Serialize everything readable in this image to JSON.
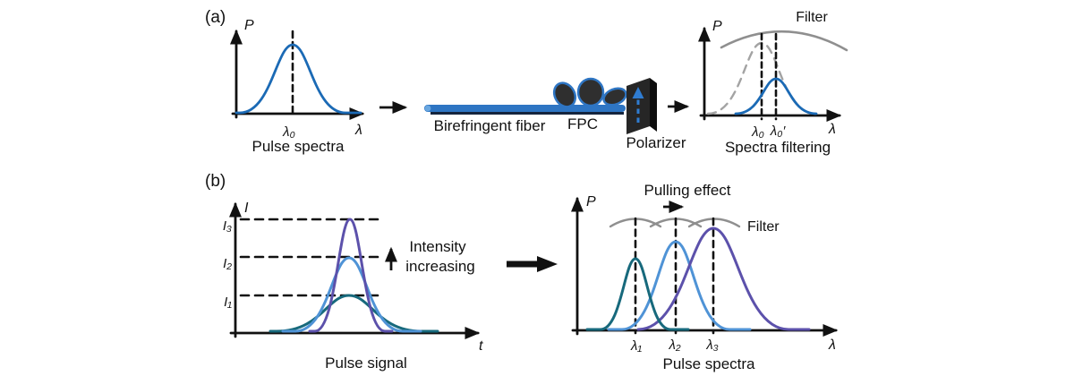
{
  "panel_a": {
    "label": "(a)",
    "pulse_spectra": {
      "y_axis": "P",
      "x_axis": "λ",
      "peak_label": "λ₀",
      "caption": "Pulse spectra"
    },
    "fiber_label": "Birefringent fiber",
    "fpc_label": "FPC",
    "polarizer_label": "Polarizer",
    "spectra_filtering": {
      "y_axis": "P",
      "x_axis": "λ",
      "filter_label": "Filter",
      "peak1_label": "λ₀",
      "peak2_label": "λ₀′",
      "caption": "Spectra filtering"
    }
  },
  "panel_b": {
    "label": "(b)",
    "pulse_signal": {
      "y_axis": "I",
      "x_axis": "t",
      "level3": "I₃",
      "level2": "I₂",
      "level1": "I₁",
      "annotation_line1": "Intensity",
      "annotation_line2": "increasing",
      "caption": "Pulse signal"
    },
    "pulse_spectra": {
      "y_axis": "P",
      "x_axis": "λ",
      "pulling_label": "Pulling effect",
      "filter_label": "Filter",
      "peak1": "λ₁",
      "peak2": "λ₂",
      "peak3": "λ₃",
      "caption": "Pulse spectra"
    }
  },
  "colors": {
    "blue": "#1b6ab5",
    "light_blue": "#4f93d6",
    "teal": "#17697c",
    "purple": "#5c51ab",
    "gray": "#8f8f8f",
    "gray_dashed": "#a3a3a3",
    "fiber_blue": "#2e75c3",
    "fiber_dark": "#14243d",
    "black": "#111111",
    "polarizer_arrow_blue": "#2f7cd1"
  }
}
